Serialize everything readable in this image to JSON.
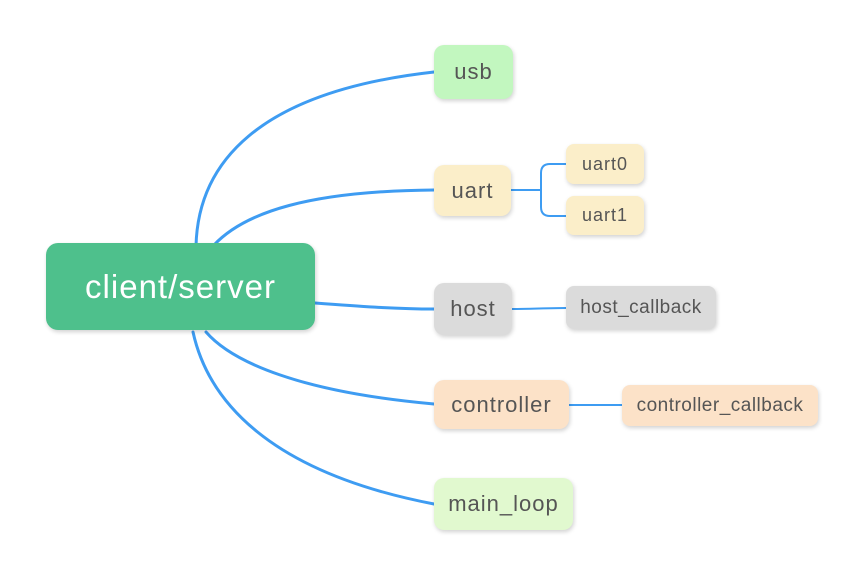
{
  "diagram": {
    "connector_color": "#3E9CF2",
    "root": {
      "id": "client_server",
      "label": "client/server",
      "bg": "#4EC08C",
      "text": "#FFFFFF"
    },
    "nodes": [
      {
        "id": "usb",
        "label": "usb",
        "bg": "#C2F7BF",
        "text": "#555555"
      },
      {
        "id": "uart",
        "label": "uart",
        "bg": "#FBEEC9",
        "text": "#555555"
      },
      {
        "id": "uart0",
        "label": "uart0",
        "bg": "#FBEEC9",
        "text": "#555555"
      },
      {
        "id": "uart1",
        "label": "uart1",
        "bg": "#FBEEC9",
        "text": "#555555"
      },
      {
        "id": "host",
        "label": "host",
        "bg": "#DBDBDB",
        "text": "#555555"
      },
      {
        "id": "host_callback",
        "label": "host_callback",
        "bg": "#DBDBDB",
        "text": "#555555"
      },
      {
        "id": "controller",
        "label": "controller",
        "bg": "#FCE2C8",
        "text": "#555555"
      },
      {
        "id": "controller_callback",
        "label": "controller_callback",
        "bg": "#FCE2C8",
        "text": "#555555"
      },
      {
        "id": "main_loop",
        "label": "main_loop",
        "bg": "#E1F9CF",
        "text": "#555555"
      }
    ],
    "edges": [
      {
        "from": "client/server",
        "to": "usb"
      },
      {
        "from": "client/server",
        "to": "uart"
      },
      {
        "from": "client/server",
        "to": "host"
      },
      {
        "from": "client/server",
        "to": "controller"
      },
      {
        "from": "client/server",
        "to": "main_loop"
      },
      {
        "from": "uart",
        "to": "uart0"
      },
      {
        "from": "uart",
        "to": "uart1"
      },
      {
        "from": "host",
        "to": "host_callback"
      },
      {
        "from": "controller",
        "to": "controller_callback"
      }
    ]
  }
}
